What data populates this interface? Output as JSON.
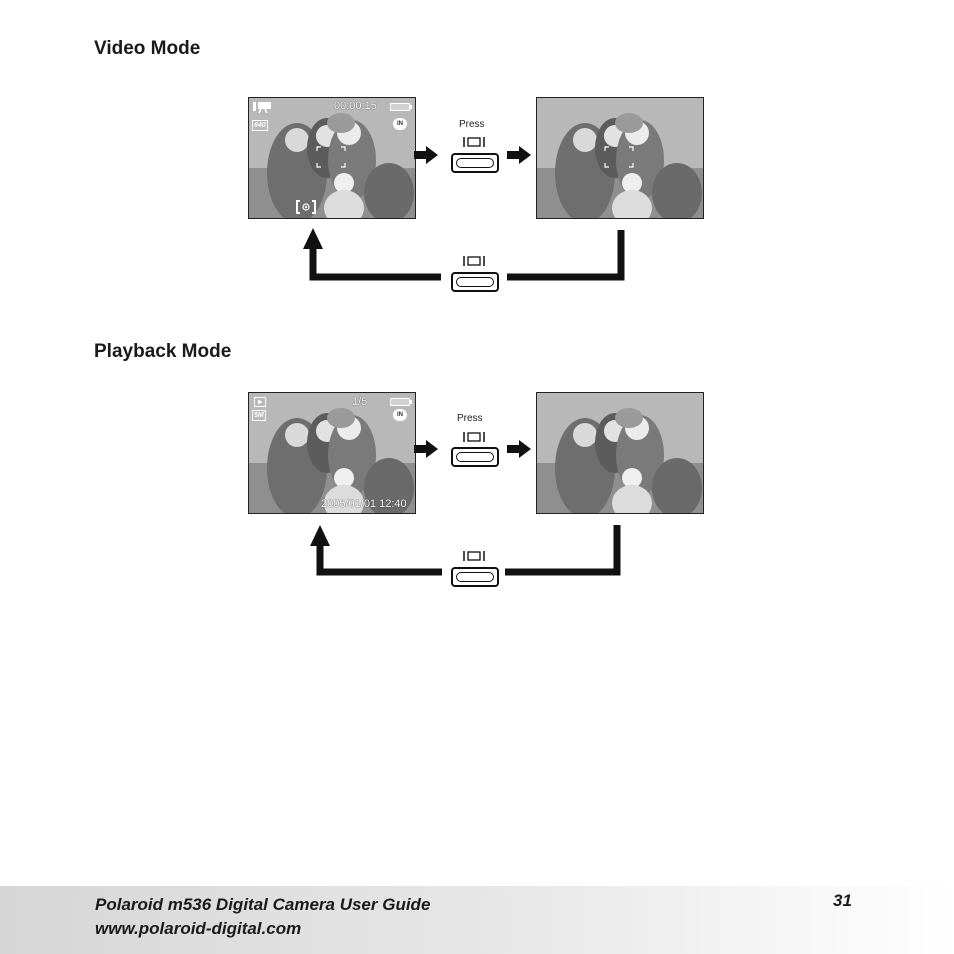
{
  "headings": {
    "video": "Video Mode",
    "playback": "Playback Mode"
  },
  "press_label": "Press",
  "video_screen": {
    "timer": "00:00:15",
    "resolution": "640",
    "memory": "IN"
  },
  "playback_screen": {
    "counter": "1/5",
    "resolution": "5M",
    "memory": "IN",
    "timestamp": "2005/01/01 12:40"
  },
  "footer": {
    "title": "Polaroid m536 Digital Camera User Guide",
    "url": "www.polaroid-digital.com",
    "page": "31"
  },
  "colors": {
    "ink": "#111111",
    "footer_gradient_start": "#d6d6d6"
  },
  "icons": [
    "video-camera-icon",
    "battery-icon",
    "memory-icon",
    "stabilizer-icon",
    "playback-icon",
    "display-button-icon",
    "arrow-right-icon"
  ]
}
